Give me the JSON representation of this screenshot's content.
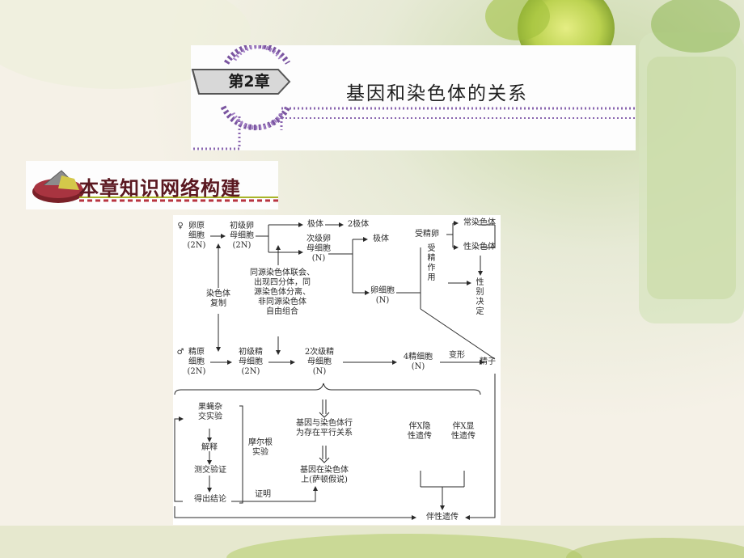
{
  "chapter": {
    "label": "第2章",
    "title": "基因和染色体的关系"
  },
  "section": {
    "title": "本章知识网络构建"
  },
  "diagram": {
    "female_mark": "♀",
    "male_mark": "♂",
    "nodes": {
      "egg_primordial": "卵原\n细胞\n(2N)",
      "primary_oocyte": "初级卵\n母细胞\n(2N)",
      "polar_body_1": "极体",
      "two_polar_bodies": "2极体",
      "secondary_oocyte": "次级卵\n母细胞\n(N)",
      "polar_body_2": "极体",
      "egg_cell": "卵细胞\n(N)",
      "fertilized_egg": "受精卵",
      "autosome": "常染色体",
      "sex_chromosome": "性染色体",
      "fertilization": "受精作用",
      "sex_determination": "性别决定",
      "chromosome_replication": "染色体\n复制",
      "meiosis_behavior": "同源染色体联会、\n出现四分体，同\n源染色体分离、\n非同源染色体\n自由组合",
      "sperm_primordial": "精原\n细胞\n(2N)",
      "primary_spermatocyte": "初级精\n母细胞\n(2N)",
      "secondary_spermatocyte": "2次级精\n母细胞\n(N)",
      "four_spermatids": "4精细胞\n(N)",
      "transformation": "变形",
      "sperm": "精子",
      "fruitfly_cross": "果蝇杂\n交实验",
      "explanation": "解释",
      "testcross": "测交验证",
      "conclusion": "得出结论",
      "morgan_experiment": "摩尔根\n实验",
      "proof": "证明",
      "parallel": "基因与染色体行\n为存在平行关系",
      "genes_on_chromosomes": "基因在染色体\n上(萨顿假说)",
      "x_recessive": "伴X隐性遗传",
      "x_dominant": "伴X显性遗传",
      "sex_linked": "伴性遗传"
    }
  }
}
